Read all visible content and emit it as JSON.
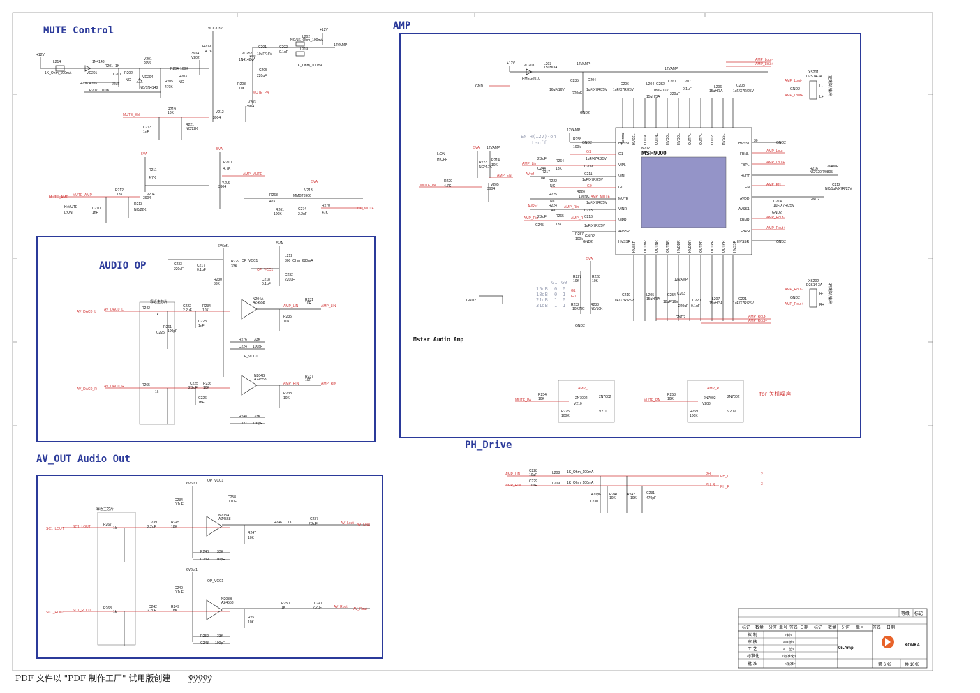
{
  "sections": {
    "mute": "MUTE Control",
    "amp": "AMP",
    "audio_op": "AUDIO OP",
    "av_out": "AV_OUT Audio Out",
    "ph_drive": "PH_Drive",
    "mstar": "Mstar Audio Amp"
  },
  "ic": {
    "ref": "N202",
    "name": "MSH9000"
  },
  "amp_notes": {
    "en_line1": "EN:H(12V)-on",
    "en_line2": "L-off",
    "lon": "L:ON",
    "hoff": "H:OFF",
    "hmute": "H:MUTE",
    "lon2": "L:ON",
    "gain_table": [
      [
        "G1",
        "G0"
      ],
      [
        "15dB",
        "0",
        "0"
      ],
      [
        "18dB",
        "0",
        "1"
      ],
      [
        "21dB",
        "1",
        "0"
      ],
      [
        "31dB",
        "1",
        "1"
      ]
    ],
    "noise_note": "for 关机噪声"
  },
  "ic_pins_left": [
    "G1",
    "VIPL",
    "VINL",
    "G0",
    "MUTE",
    "VINR",
    "VIPR",
    "AVSS2",
    "HVSSR"
  ],
  "ic_pins_right": [
    "HVSSL",
    "FBNL",
    "FBPL",
    "HVDD",
    "EN",
    "AVDD",
    "AVSS1",
    "FBNR",
    "FBPR",
    "HVSSR"
  ],
  "ic_pins_top": [
    "HVSSL",
    "HVSSL",
    "OUTNL",
    "OUTNL",
    "HVDDL",
    "HVDDL",
    "OUTPL",
    "OUTPL",
    "HVSSL"
  ],
  "ic_pins_bottom": [
    "HVSSR",
    "OUTNR",
    "OUTNR",
    "HVDDR",
    "HVDDR",
    "OUTPR",
    "OUTPR",
    "HVSSR"
  ],
  "nets": {
    "mute_en": "MUTE_EN",
    "mute_amp": "MUTE_AMP",
    "mute_pa": "MUTE_PA",
    "amp_mute": "AMP_MUTE",
    "hp_mute": "HP_MUTE",
    "amp_en": "AMP_EN",
    "av_dac0_l": "AV_DAC0_L",
    "av_dac0_r": "AV_DAC0_R",
    "amp_lin": "AMP_LIN",
    "amp_rin": "AMP_RIN",
    "amp_lout": "AMP_Lout-",
    "amp_rout": "AMP_Rout-",
    "av_lout": "AV_Lout",
    "av_rout": "AV_Rout",
    "sc1_lout": "SC1_LOUT",
    "sc1_rout": "SC1_ROUT",
    "ph_l": "PH_L",
    "ph_r": "PH_R"
  },
  "supplies": {
    "v12": "+12V",
    "v12amp": "12VAMP",
    "v5a": "5VA",
    "vcc33": "VCC3.3V",
    "v6": "6V6uf1",
    "gnd": "GND",
    "gnd2": "GND2"
  },
  "connectors": {
    "left": {
      "ref": "XS201",
      "part": "D2S14-3A",
      "label": "左喇叭输出"
    },
    "right": {
      "ref": "XS202",
      "part": "D2S14-3A",
      "label": "右喇叭输出"
    }
  },
  "title_block": {
    "head_row1": [
      "标记",
      "数量",
      "分区",
      "单号",
      "签名",
      "日期",
      "标记",
      "数量",
      "分区",
      "单号",
      "签名",
      "日期"
    ],
    "roles": [
      [
        "拟 制",
        "<制>"
      ],
      [
        "审 核",
        "<审核>"
      ],
      [
        "工 艺",
        "<工艺>"
      ],
      [
        "标准化",
        "<标准化>"
      ],
      [
        "批 准",
        "<批准>"
      ]
    ],
    "title": "05.Amp",
    "company": "KONKA",
    "sheet": "第 6 张",
    "total": "共 10张",
    "corner_a": "等级",
    "corner_b": "标记",
    "brand_color": "#e8632a"
  },
  "footer": {
    "text": "PDF 文件以 \"PDF 制作工厂\" 试用版创建",
    "link": "ÿÿÿÿÿ"
  }
}
